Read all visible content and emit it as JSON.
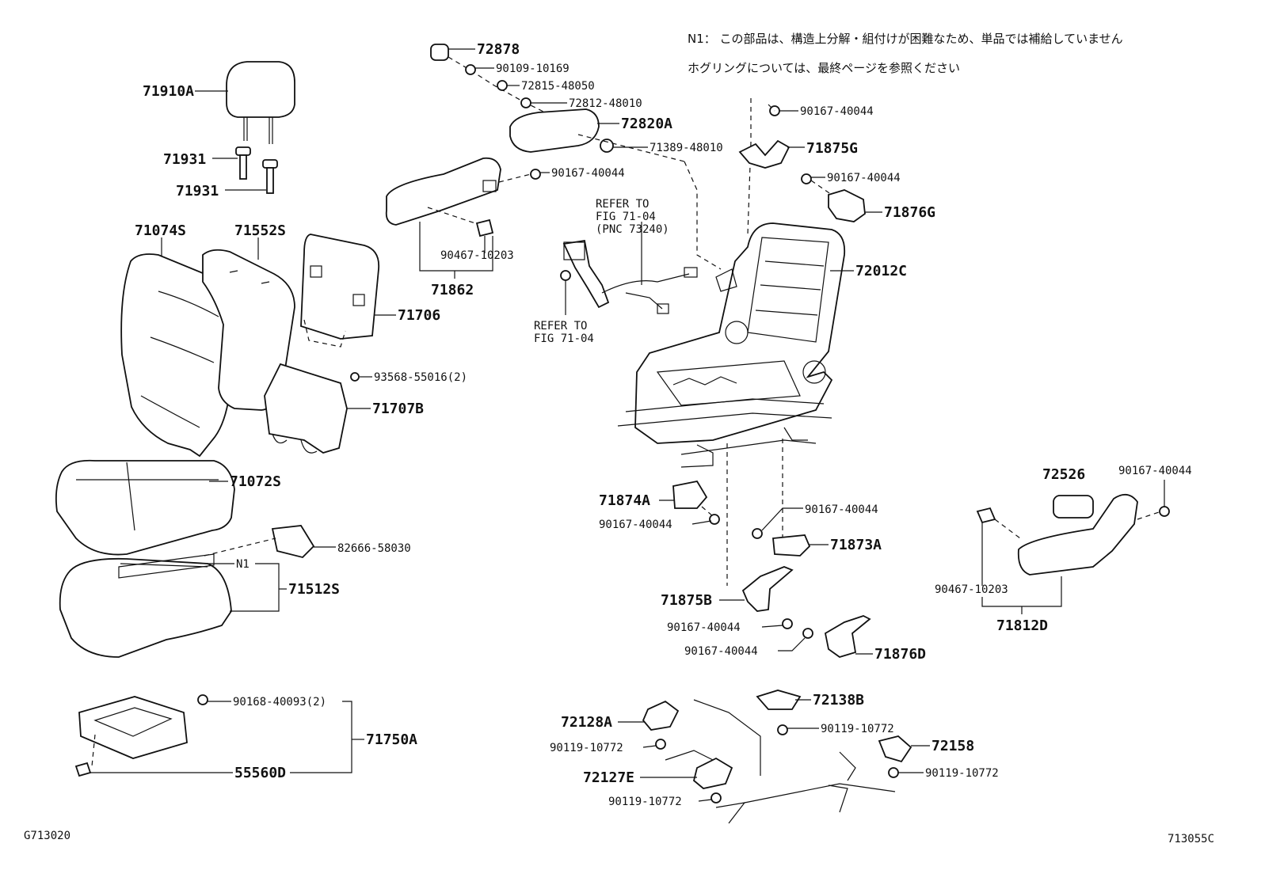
{
  "notes": {
    "n1": "N1： この部品は、構造上分解・組付けが困難なため、単品では補給していません",
    "hog": "ホグリングについては、最終ページを参照ください"
  },
  "figure": {
    "left_code": "G713020",
    "right_code": "713055C"
  },
  "refs": {
    "a1": "REFER TO",
    "a2": "FIG 71-04",
    "a3": "(PNC 73240)",
    "b1": "REFER TO",
    "b2": "FIG 71-04"
  },
  "labels": {
    "p72878": "72878",
    "p90109_10169": "90109-10169",
    "p72815_48050": "72815-48050",
    "p72812_48010": "72812-48010",
    "p72820A": "72820A",
    "p71389_48010": "71389-48010",
    "p71875G": "71875G",
    "p90167_40044_a": "90167-40044",
    "p90167_40044_b": "90167-40044",
    "p90167_40044_c": "90167-40044",
    "p71876G": "71876G",
    "p71910A": "71910A",
    "p71931_a": "71931",
    "p71931_b": "71931",
    "p71074S": "71074S",
    "p71552S": "71552S",
    "p71706": "71706",
    "p93568_55016": "93568-55016(2)",
    "p71707B": "71707B",
    "p90467_10203_a": "90467-10203",
    "p71862": "71862",
    "p72012C": "72012C",
    "p71072S": "71072S",
    "p82666_58030": "82666-58030",
    "pN1": "N1",
    "p71512S": "71512S",
    "p71874A": "71874A",
    "p90167_40044_d": "90167-40044",
    "p90167_40044_e": "90167-40044",
    "p71873A": "71873A",
    "p72526": "72526",
    "p90167_40044_f": "90167-40044",
    "p90467_10203_b": "90467-10203",
    "p71812D": "71812D",
    "p71875B": "71875B",
    "p90167_40044_g": "90167-40044",
    "p90167_40044_h": "90167-40044",
    "p71876D": "71876D",
    "p90168_40093": "90168-40093(2)",
    "p71750A": "71750A",
    "p55560D": "55560D",
    "p72128A": "72128A",
    "p90119_10772_a": "90119-10772",
    "p72127E": "72127E",
    "p90119_10772_b": "90119-10772",
    "p72138B": "72138B",
    "p90119_10772_c": "90119-10772",
    "p72158": "72158",
    "p90119_10772_d": "90119-10772"
  }
}
